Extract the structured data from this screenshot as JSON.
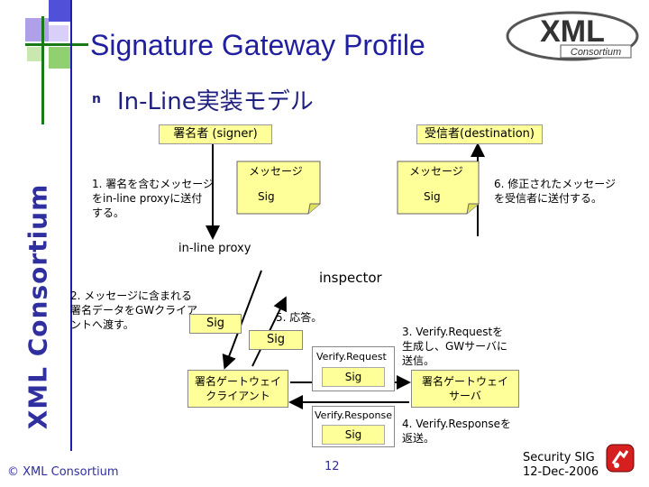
{
  "slide": {
    "title": "Signature Gateway Profile",
    "bullet": "n",
    "subtitle": "In-Line実装モデル",
    "side_watermark": "XML Consortium",
    "footer_left": "© XML Consortium",
    "page_number": "12",
    "footer_right_line1": "Security SIG",
    "footer_right_line2": "12-Dec-2006",
    "logo_text": "XML",
    "logo_subtext": "Consortium"
  },
  "diagram": {
    "signer_label": "署名者 (signer)",
    "destination_label": "受信者(destination)",
    "message_left_title": "メッセージ",
    "message_left_sig": "Sig",
    "message_right_title": "メッセージ",
    "message_right_sig": "Sig",
    "step1_line1": "1. 署名を含むメッセージ",
    "step1_line2": "をin-line proxyに送付",
    "step1_line3": "する。",
    "step6_line1": "6. 修正されたメッセージ",
    "step6_line2": "を受信者に送付する。",
    "proxy_label": "in-line proxy",
    "inspector_label": "inspector",
    "step2_line1": "2. メッセージに含まれる",
    "step2_line2": "署名データをGWクライア",
    "step2_line3": "ントへ渡す。",
    "step2_sig": "Sig",
    "step5_label": "5. 応答。",
    "step5_sig": "Sig",
    "verify_request_label": "Verify.Request",
    "verify_request_sig": "Sig",
    "verify_response_label": "Verify.Response",
    "verify_response_sig": "Sig",
    "client_line1": "署名ゲートウェイ",
    "client_line2": "クライアント",
    "server_line1": "署名ゲートウェイ",
    "server_line2": "サーバ",
    "step3_line1": "3. Verify.Requestを",
    "step3_line2": "生成し、GWサーバに",
    "step3_line3": "送信。",
    "step4_line1": "4. Verify.Responseを",
    "step4_line2": "返送。"
  },
  "colors": {
    "title": "#1f1f9f",
    "note_fill": "#ffff99",
    "proxy_fill": "#d9d9d9",
    "accent_green": "#1a7a1a",
    "accent_blue": "#1f1faf"
  }
}
